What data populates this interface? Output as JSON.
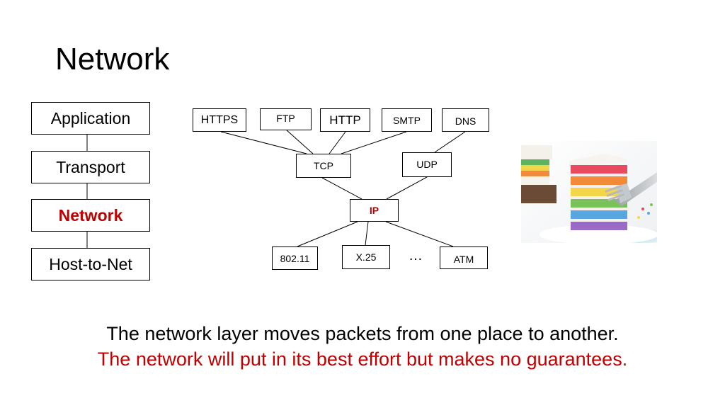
{
  "title": "Network",
  "stack": {
    "layers": [
      "Application",
      "Transport",
      "Network",
      "Host-to-Net"
    ],
    "active_index": 2
  },
  "protocols": {
    "application": [
      "HTTPS",
      "FTP",
      "HTTP",
      "SMTP",
      "DNS"
    ],
    "transport": [
      "TCP",
      "UDP"
    ],
    "network": "IP",
    "link": [
      "802.11",
      "X.25",
      "ATM"
    ],
    "ellipsis": "…"
  },
  "image": {
    "subject": "rainbow-layer-cake-with-fork"
  },
  "caption": {
    "line1": "The network layer moves packets from one place to another.",
    "line2": "The network will put in its best effort but makes no guarantees."
  },
  "colors": {
    "highlight": "#c00000",
    "line": "#000000"
  }
}
